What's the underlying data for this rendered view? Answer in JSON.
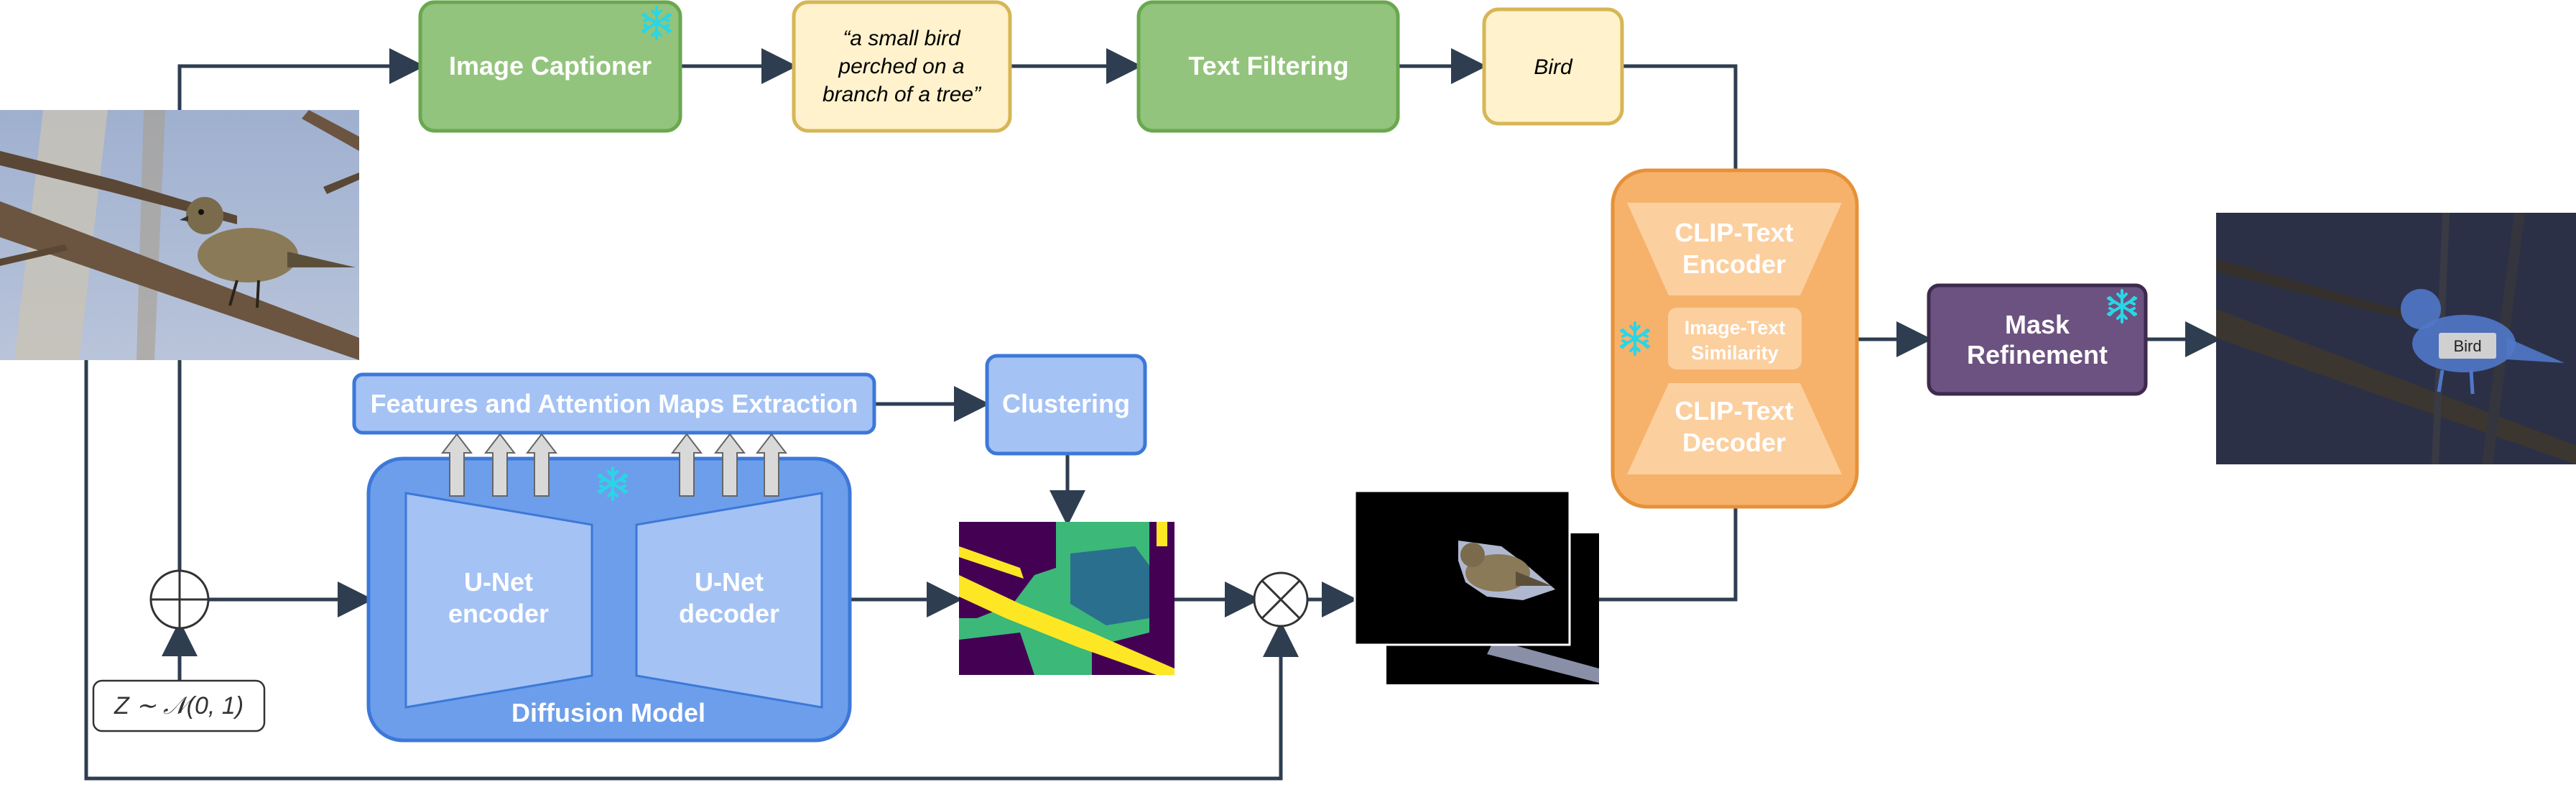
{
  "captioner": {
    "label": "Image Captioner"
  },
  "caption": {
    "lines": [
      "“a small bird",
      "perched on a",
      "branch of a tree”"
    ]
  },
  "text_filtering": {
    "label": "Text Filtering"
  },
  "filtered_word": {
    "label": "Bird"
  },
  "clip": {
    "encoder_lines": [
      "CLIP-Text",
      "Encoder"
    ],
    "similarity_lines": [
      "Image-Text",
      "Similarity"
    ],
    "decoder_lines": [
      "CLIP-Text",
      "Decoder"
    ]
  },
  "mask_refinement": {
    "lines": [
      "Mask",
      "Refinement"
    ]
  },
  "output": {
    "tag": "Bird"
  },
  "features": {
    "label": "Features and Attention Maps Extraction"
  },
  "clustering": {
    "label": "Clustering"
  },
  "unet": {
    "encoder_lines": [
      "U-Net",
      "encoder"
    ],
    "decoder_lines": [
      "U-Net",
      "decoder"
    ],
    "model_label": "Diffusion Model"
  },
  "noise": {
    "label": "Z ∼ 𝒩(0, 1)"
  },
  "colors": {
    "green_fill": "#93c47d",
    "green_stroke": "#6aa84f",
    "cream_fill": "#fff2cc",
    "cream_stroke": "#d6b656",
    "orange_fill": "#f6b26b",
    "orange_stroke": "#e69138",
    "orange_inner": "#fdd4a8",
    "purple_fill": "#6c5280",
    "purple_stroke": "#3d2a4d",
    "blue_fill": "#6d9eeb",
    "blue_light": "#a4c2f4",
    "blue_stroke": "#3c78d8",
    "arrow": "#2e3e50",
    "snowflake": "#29d6e6"
  }
}
